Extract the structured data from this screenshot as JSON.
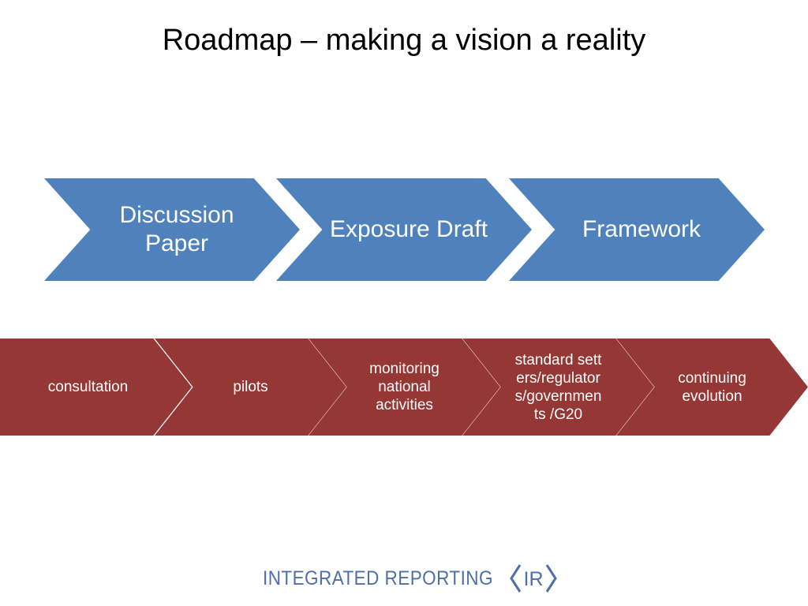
{
  "title": "Roadmap – making a vision a reality",
  "stages": [
    {
      "label": "Discussion Paper"
    },
    {
      "label": "Exposure Draft"
    },
    {
      "label": "Framework"
    }
  ],
  "activities": [
    {
      "label": "consultation"
    },
    {
      "label": "pilots"
    },
    {
      "label": "monitoring national activities"
    },
    {
      "label": "standard setters/regulators/governments /G20"
    },
    {
      "label": "continuing evolution"
    }
  ],
  "logo": {
    "text": "INTEGRATED REPORTING",
    "mark": "IR"
  },
  "colors": {
    "stage_fill": "#4f81bd",
    "activity_fill": "#953735",
    "logo": "#4f6fa8"
  }
}
